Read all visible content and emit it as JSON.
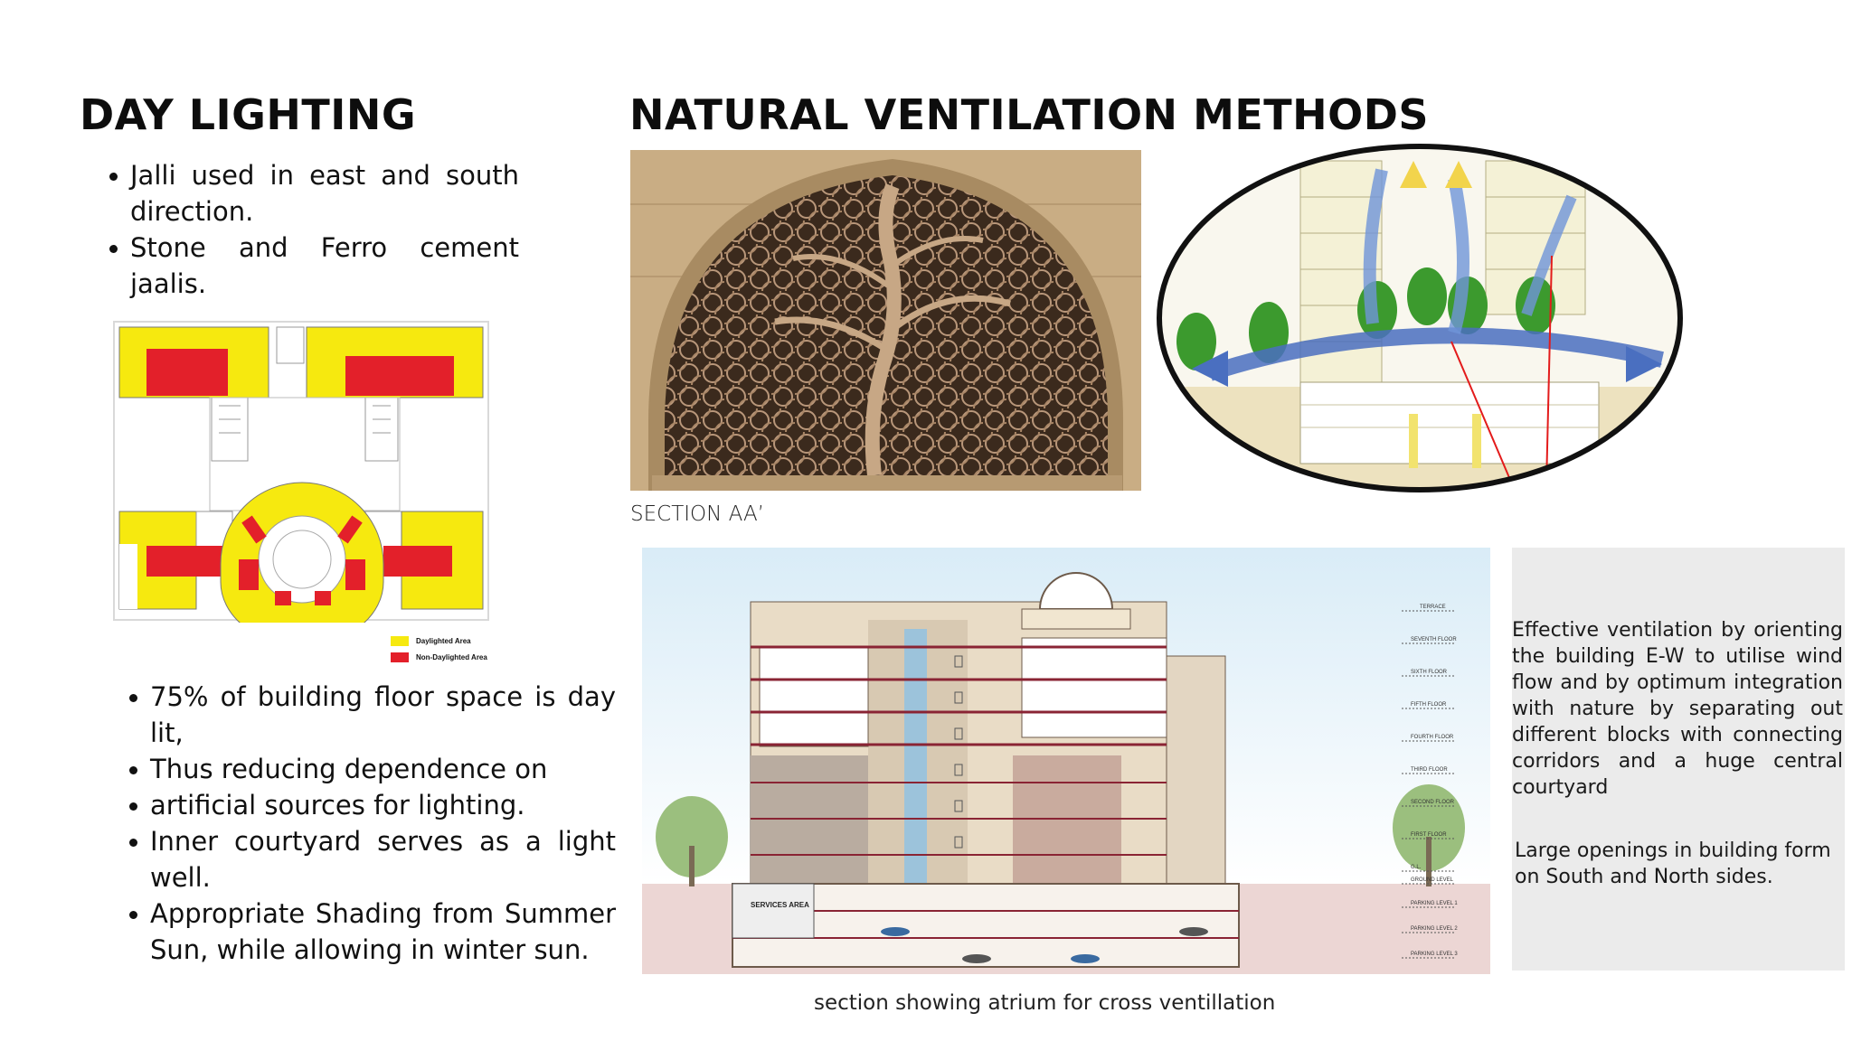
{
  "left": {
    "title": "DAY LIGHTING",
    "bullets_top": [
      "Jalli used in east and south direction.",
      "Stone and Ferro cement jaalis."
    ],
    "legend": {
      "daylit": "Daylighted Area",
      "non_daylit": "Non-Daylighted Area",
      "daylit_color": "#f6e90f",
      "non_daylit_color": "#e3202a"
    },
    "bullets_bottom": [
      "75% of building floor space is day lit,",
      "Thus reducing dependence on",
      "artificial sources for lighting.",
      "Inner courtyard serves as a light well.",
      "Appropriate Shading from Summer Sun, while allowing in winter sun."
    ]
  },
  "right": {
    "title": "NATURAL VENTILATION METHODS",
    "section_label": "SECTION AA’",
    "ventilation_text": "Effective ventilation by orienting the building E-W to utilise wind flow and by optimum integration with nature by separating out different blocks with connecting corridors and a huge central courtyard",
    "openings_text": "Large openings in building form on South and North sides.",
    "section_caption": "section showing atrium for cross ventillation",
    "services_label": "SERVICES AREA",
    "levels": [
      "TERRACE",
      "SEVENTH FLOOR",
      "SIXTH FLOOR",
      "FIFTH FLOOR",
      "FOURTH FLOOR",
      "THIRD FLOOR",
      "SECOND FLOOR",
      "FIRST FLOOR",
      "G.L.",
      "GROUND LEVEL",
      "PARKING LEVEL 1",
      "PARKING LEVEL 2",
      "PARKING LEVEL 3"
    ]
  }
}
